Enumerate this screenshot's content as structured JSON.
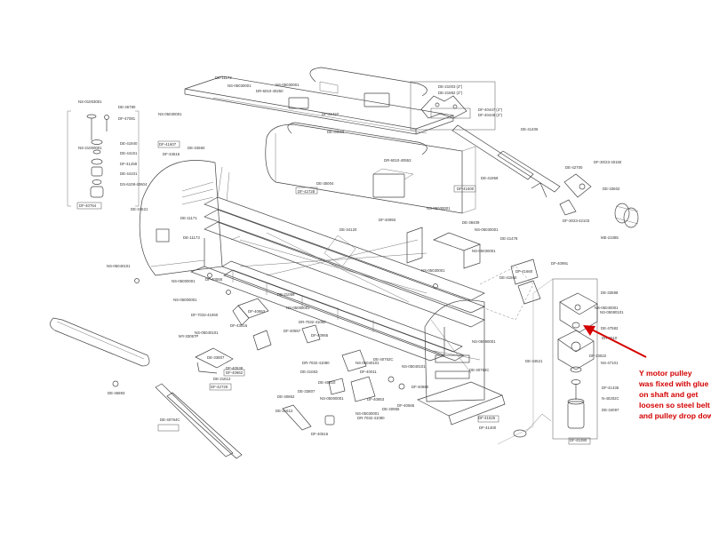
{
  "labels": [
    "NS-01003001",
    "DE-46780",
    "DF-47081",
    "NS-21000001",
    "DE-41940",
    "DE-44151",
    "DF-41259",
    "DE-44101",
    "DS-6108-40604",
    "DF-40764",
    "DE-11172",
    "NS-05030001",
    "DR-6010-40250",
    "NS-05030001",
    "DF-41427",
    "NS-05030001",
    "DF-41607",
    "DF-34516",
    "DE-34560",
    "DE-34516",
    "DE-21003 (2\")",
    "DE-21882 (2\")",
    "DF-40447 (2\")",
    "DF-40448 (2\")",
    "DE-41406",
    "DF-30/23-40150",
    "DE-42700",
    "DE-33602",
    "DF-3023-42103",
    "ME-21085",
    "DR-6010-40553",
    "DE-35004",
    "DE-41959",
    "DF-41600",
    "NS-05030001",
    "DF-42728",
    "DF-40993",
    "DE-11171",
    "DE-11173",
    "DE-34521",
    "NS-05040101",
    "DE-34120",
    "DE-38409",
    "NS-05030001",
    "DE-21478",
    "NS-05030001",
    "DF-40991",
    "DF-41660",
    "NS-05030001",
    "DE-41560",
    "NS-05000001",
    "NS-05000001",
    "DF-40555",
    "DE-21059",
    "NS-05050001",
    "DF-7032-41060",
    "DF-43516",
    "DF-40557",
    "DR-7032-41080",
    "DF-40955",
    "NS-05040101",
    "MY-33057P",
    "DE-33807",
    "DF-40862",
    "DF-40538",
    "DE-21612",
    "DF-42729",
    "DF-40863",
    "DE-21063",
    "DE-40810",
    "NS-05000001",
    "DR-7032-41080",
    "DF-40011",
    "NS-05040101",
    "DE-33807",
    "DE-40862",
    "DE-21612",
    "DF-40516",
    "NS-05030001",
    "DF-40853",
    "DR-7032-41080",
    "DE-40955",
    "DE-40752C",
    "NS-05040101",
    "DE-40752C",
    "DE-34521",
    "DF-40880",
    "NS-05090001",
    "DE-33598",
    "NS-05040001",
    "NS-05080101",
    "DE-47582",
    "DR-6610",
    "DF-33522",
    "NS-47101",
    "DF-41436",
    "N-40202C",
    "DE-34097",
    "DF-41525",
    "DF-41400",
    "DF-41090",
    "DE-46893",
    "DE-40764C",
    "DF-40565"
  ],
  "callout": {
    "lines": [
      "Y motor pulley",
      "was fixed with glue",
      "on shaft and get",
      "loosen so steel belt",
      "and pulley drop down."
    ],
    "color": "#d40000"
  }
}
